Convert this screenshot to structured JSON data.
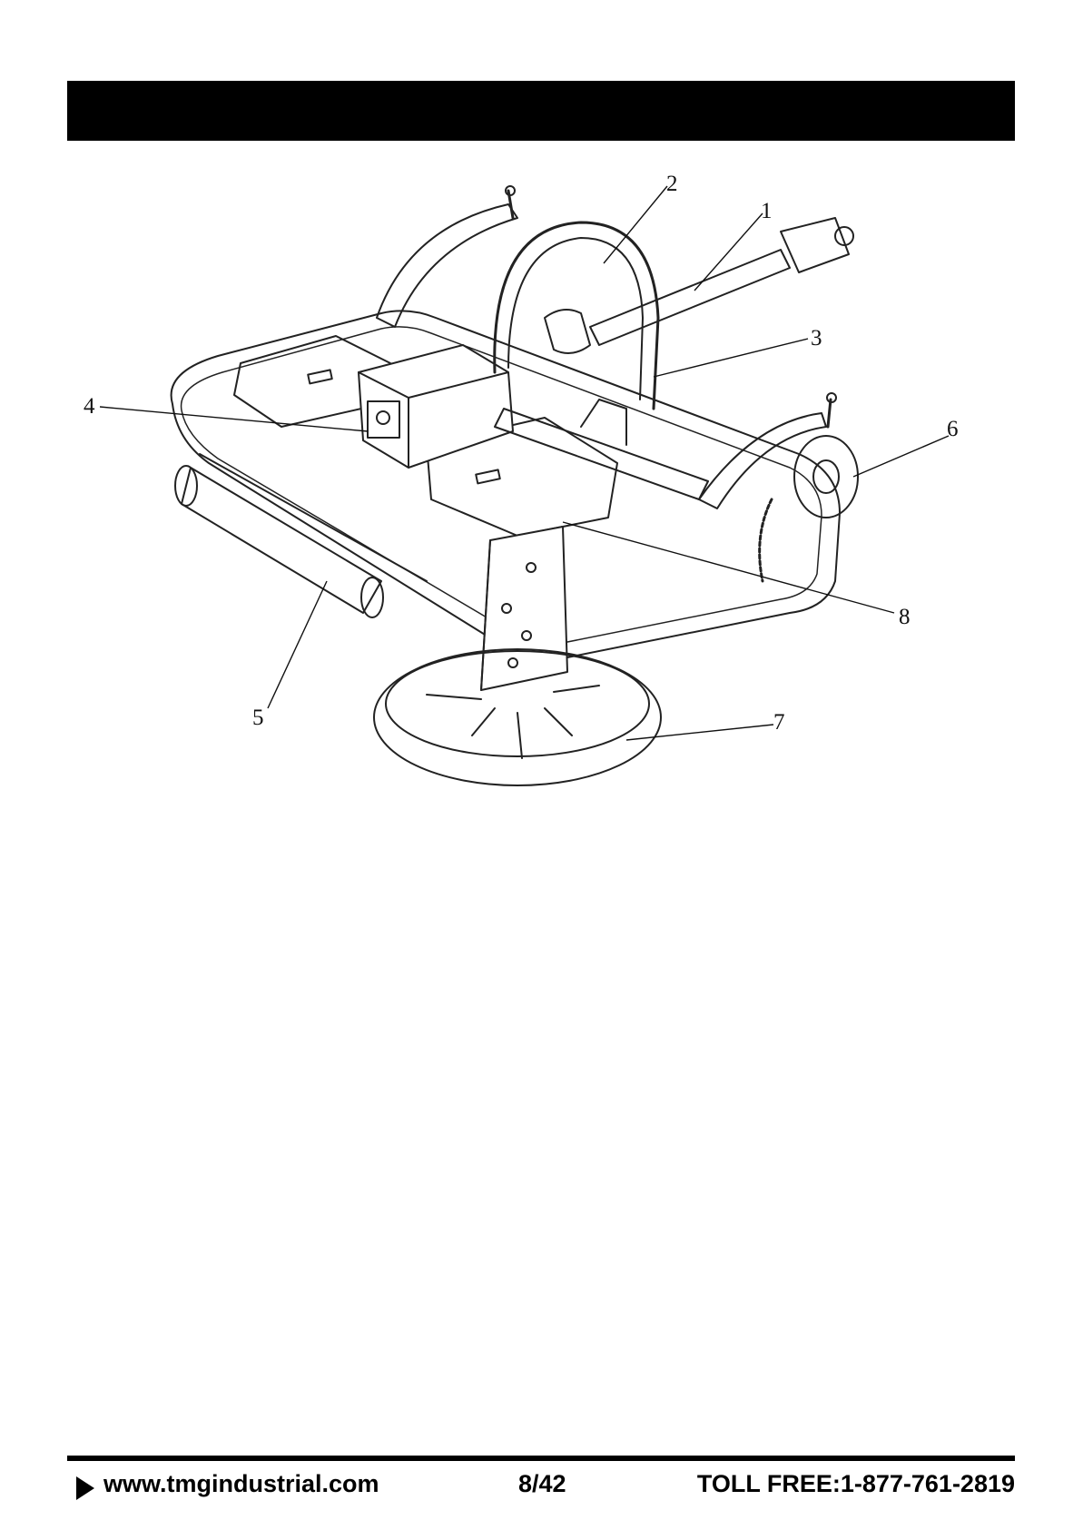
{
  "header": {
    "title": ""
  },
  "figure": {
    "callouts": [
      "1",
      "2",
      "3",
      "4",
      "5",
      "6",
      "7",
      "8"
    ]
  },
  "footer": {
    "website": "www.tmgindustrial.com",
    "page": "8/42",
    "phone": "TOLL FREE:1-877-761-2819"
  }
}
